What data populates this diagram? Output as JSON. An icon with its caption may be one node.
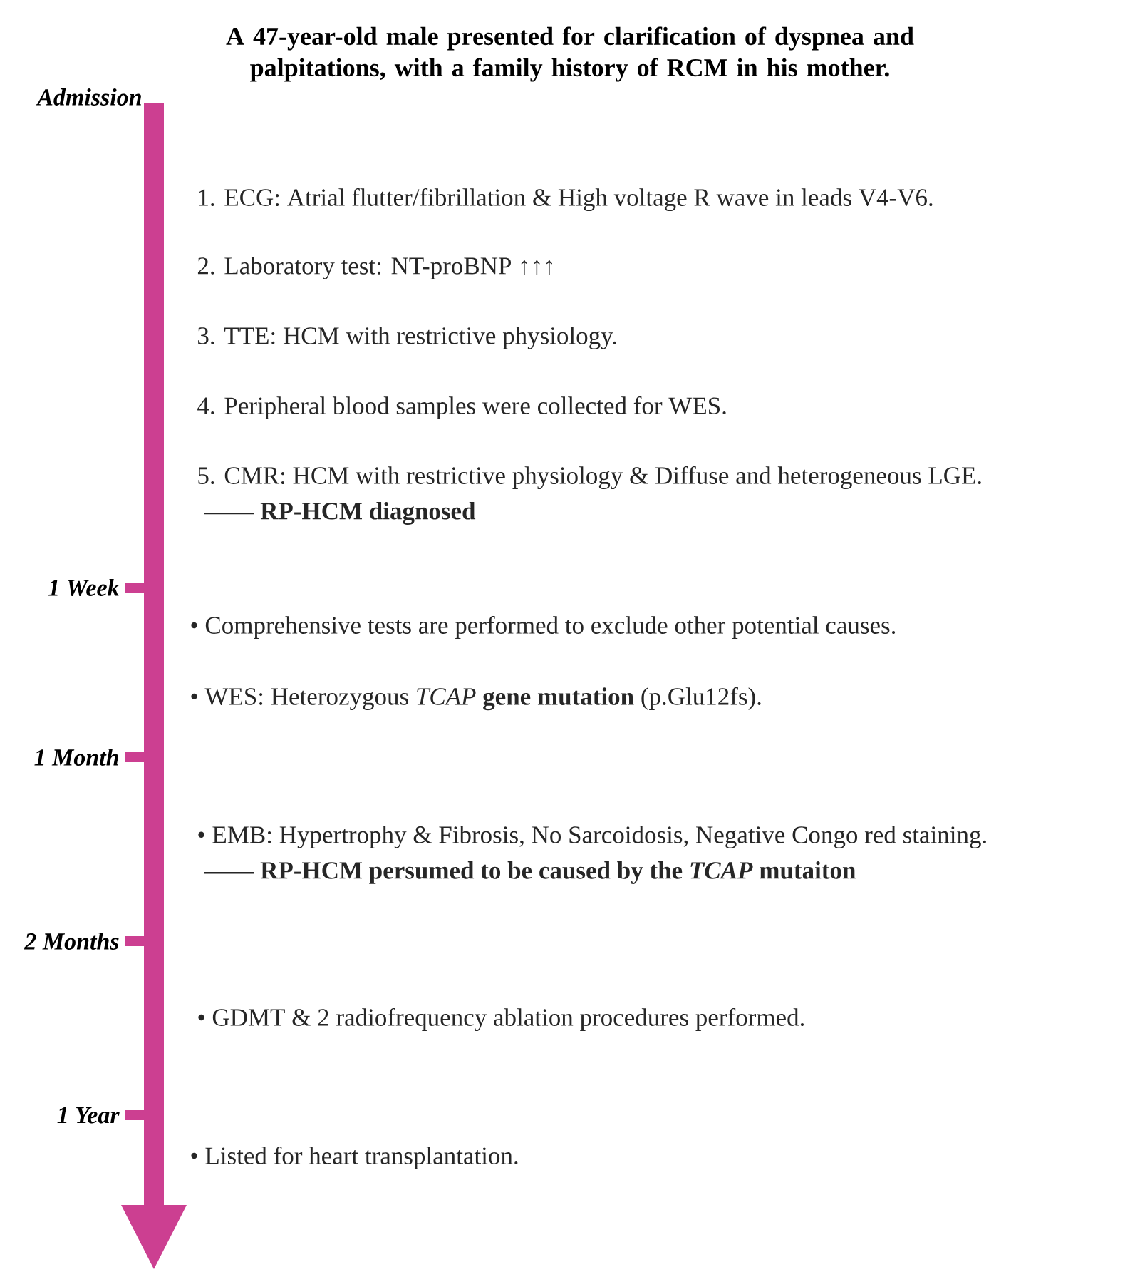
{
  "diagram": {
    "title": "A 47-year-old male presented for clarification of dyspnea and palpitations, with a family history of RCM in his mother.",
    "labels": [
      "Admission",
      "1. ECG: Atrial flutter/fibrillation & High voltage R wave in leads V4-V6.",
      "2. Laboratory test: NT-proBNP ↑↑↑",
      "3. TTE: HCM with restrictive physiology.",
      "4. Peripheral blood samples were collected for WES.",
      "5. CMR: HCM with restrictive physiology & Diffuse and heterogeneous LGE.",
      "—— RP-HCM diagnosed",
      "1 Week",
      "• Comprehensive tests are performed to exclude other potential causes.",
      "• WES: Heterozygous *TCAP* **gene mutation** (p.Glu12fs).",
      "1 Month",
      "• EMB: Hypertrophy & Fibrosis, No Sarcoidosis, Negative Congo red staining.",
      "—— RP-HCM persumed to be caused by the *TCAP* mutaiton",
      "2 Months",
      "•  GDMT & 2 radiofrequency ablation procedures performed.",
      "1 Year",
      "• Listed for heart transplantation."
    ]
  }
}
